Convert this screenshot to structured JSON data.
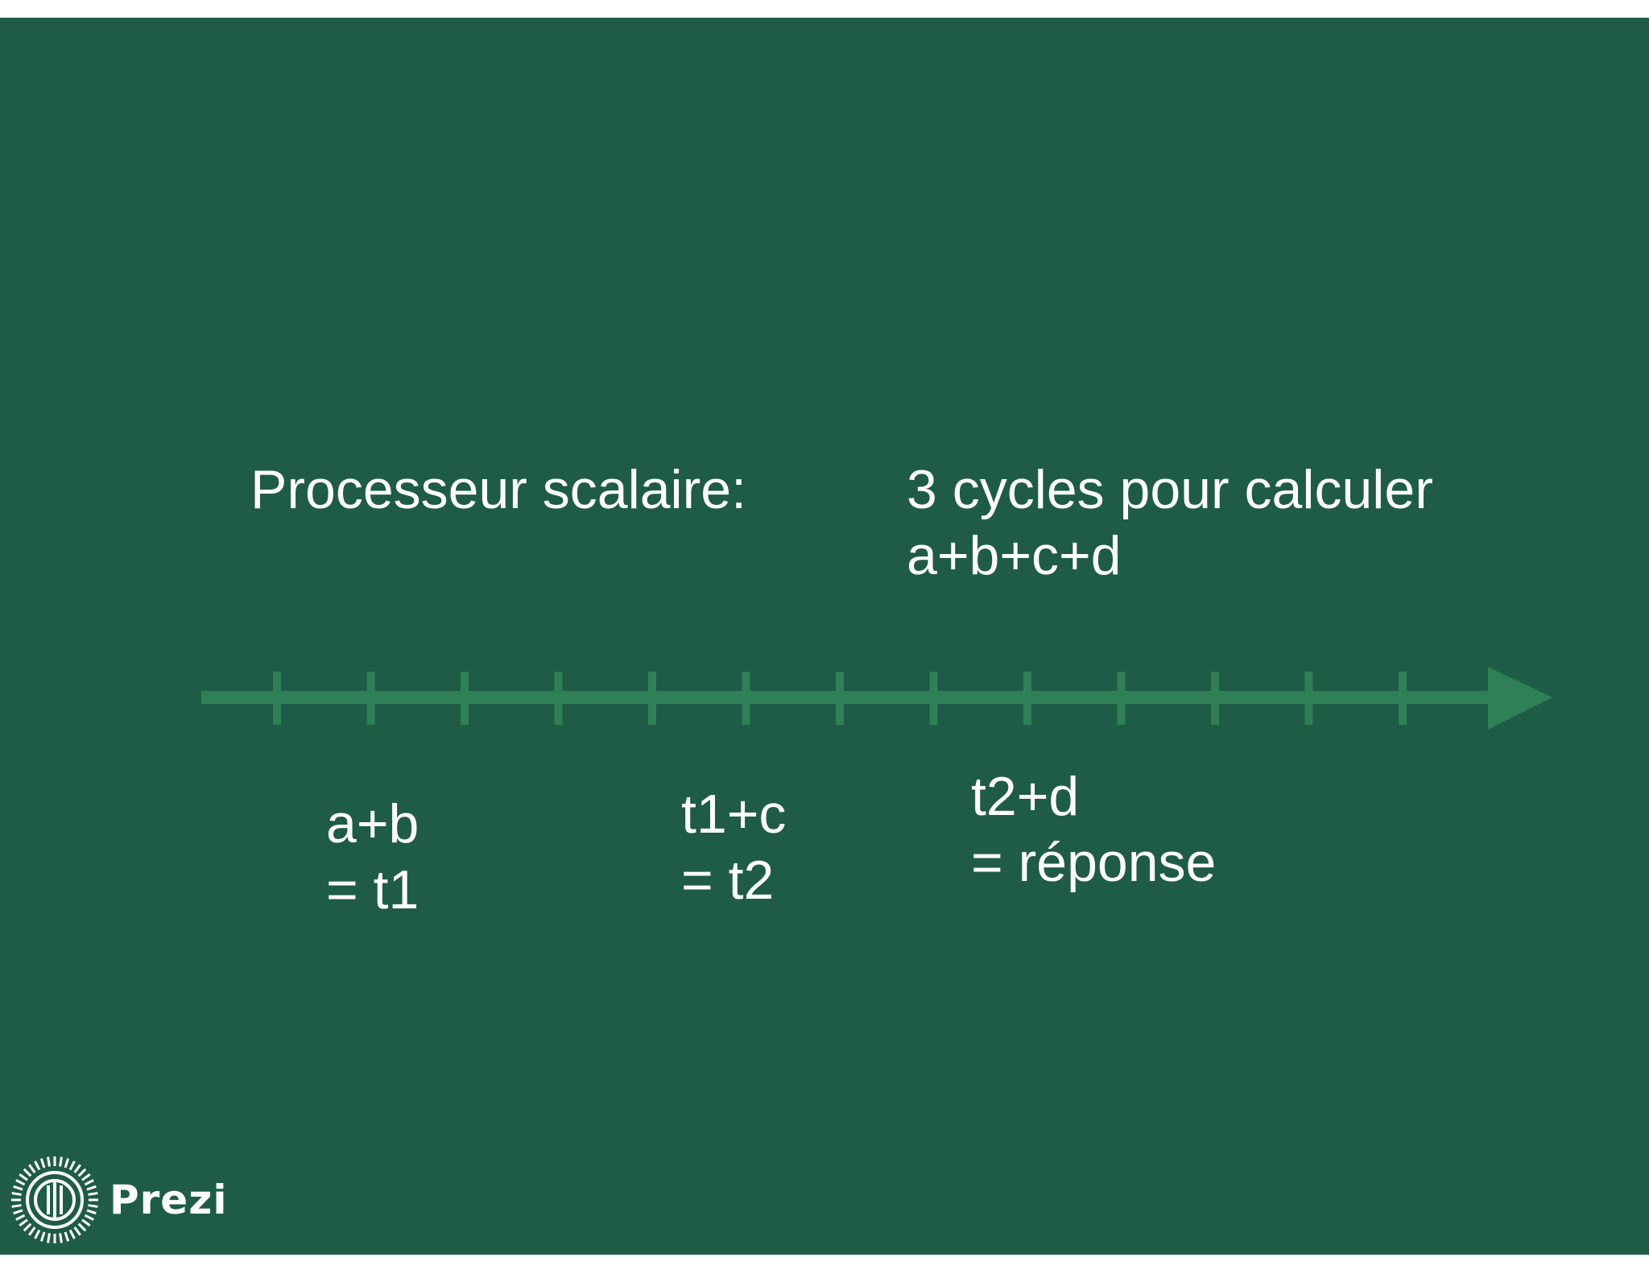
{
  "slide": {
    "heading": "Processeur scalaire:",
    "note_line1": "3 cycles pour calculer",
    "note_line2": "a+b+c+d",
    "steps": [
      {
        "line1": "a+b",
        "line2": "= t1"
      },
      {
        "line1": "t1+c",
        "line2": "= t2"
      },
      {
        "line1": "t2+d",
        "line2": "= réponse"
      }
    ],
    "timeline": {
      "tick_count": 13
    },
    "colors": {
      "background": "#1e5c45",
      "axis": "#2f7f57",
      "text": "#ffffff"
    }
  },
  "branding": {
    "logo_text": "Prezi",
    "logo_icon": "prezi-logo-icon"
  }
}
